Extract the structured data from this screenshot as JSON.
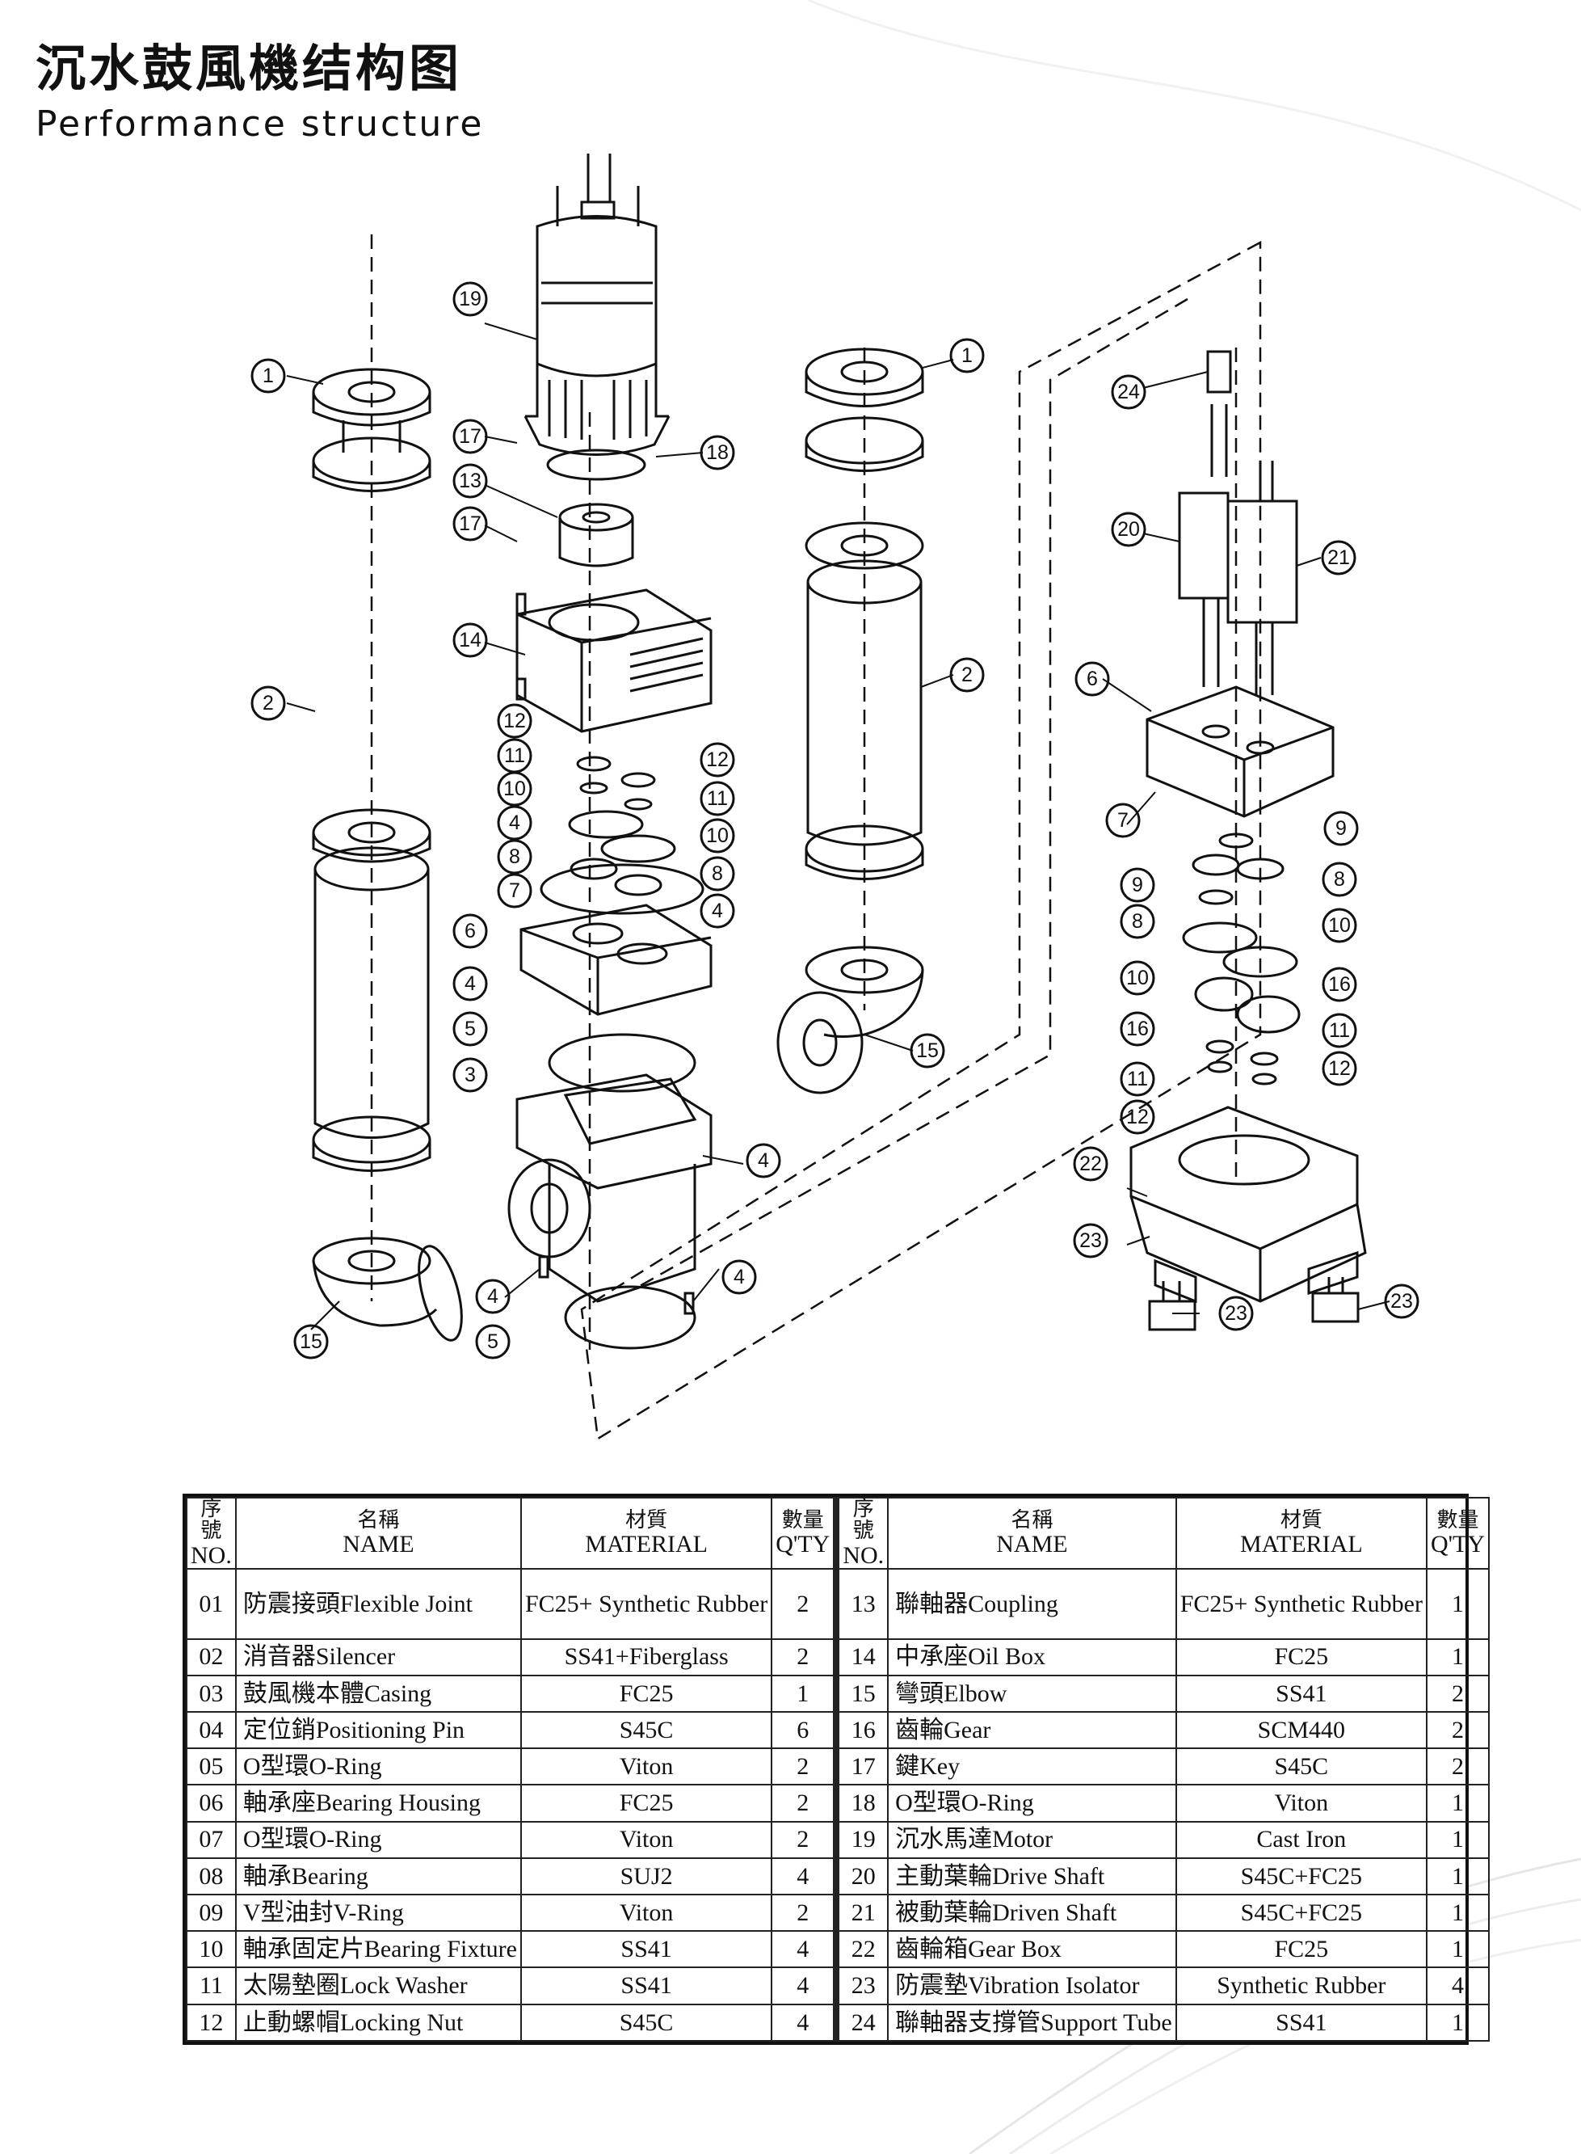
{
  "title": "沉水鼓風機结构图",
  "subtitle": "Performance structure",
  "diagram": {
    "callouts": [
      "1",
      "2",
      "3",
      "4",
      "5",
      "6",
      "7",
      "8",
      "9",
      "10",
      "11",
      "12",
      "13",
      "14",
      "15",
      "16",
      "17",
      "18",
      "19",
      "20",
      "21",
      "22",
      "23",
      "24"
    ]
  },
  "parts_table": {
    "headers": {
      "no_zh": "序號",
      "no_en": "NO.",
      "name_zh": "名稱",
      "name_en": "NAME",
      "material_zh": "材質",
      "material_en": "MATERIAL",
      "qty_zh": "數量",
      "qty_en": "Q'TY"
    },
    "left_rows": [
      {
        "no": "01",
        "name": "防震接頭Flexible Joint",
        "material": "FC25+ Synthetic Rubber",
        "qty": "2"
      },
      {
        "no": "02",
        "name": "消音器Silencer",
        "material": "SS41+Fiberglass",
        "qty": "2"
      },
      {
        "no": "03",
        "name": "鼓風機本體Casing",
        "material": "FC25",
        "qty": "1"
      },
      {
        "no": "04",
        "name": "定位銷Positioning Pin",
        "material": "S45C",
        "qty": "6"
      },
      {
        "no": "05",
        "name": "O型環O-Ring",
        "material": "Viton",
        "qty": "2"
      },
      {
        "no": "06",
        "name": "軸承座Bearing Housing",
        "material": "FC25",
        "qty": "2"
      },
      {
        "no": "07",
        "name": "O型環O-Ring",
        "material": "Viton",
        "qty": "2"
      },
      {
        "no": "08",
        "name": "軸承Bearing",
        "material": "SUJ2",
        "qty": "4"
      },
      {
        "no": "09",
        "name": "V型油封V-Ring",
        "material": "Viton",
        "qty": "2"
      },
      {
        "no": "10",
        "name": "軸承固定片Bearing Fixture",
        "material": "SS41",
        "qty": "4"
      },
      {
        "no": "11",
        "name": "太陽墊圈Lock Washer",
        "material": "SS41",
        "qty": "4"
      },
      {
        "no": "12",
        "name": "止動螺帽Locking Nut",
        "material": "S45C",
        "qty": "4"
      }
    ],
    "right_rows": [
      {
        "no": "13",
        "name": "聯軸器Coupling",
        "material": "FC25+ Synthetic Rubber",
        "qty": "1"
      },
      {
        "no": "14",
        "name": "中承座Oil Box",
        "material": "FC25",
        "qty": "1"
      },
      {
        "no": "15",
        "name": "彎頭Elbow",
        "material": "SS41",
        "qty": "2"
      },
      {
        "no": "16",
        "name": "齒輪Gear",
        "material": "SCM440",
        "qty": "2"
      },
      {
        "no": "17",
        "name": "鍵Key",
        "material": "S45C",
        "qty": "2"
      },
      {
        "no": "18",
        "name": "O型環O-Ring",
        "material": "Viton",
        "qty": "1"
      },
      {
        "no": "19",
        "name": "沉水馬達Motor",
        "material": "Cast Iron",
        "qty": "1"
      },
      {
        "no": "20",
        "name": "主動葉輪Drive Shaft",
        "material": "S45C+FC25",
        "qty": "1"
      },
      {
        "no": "21",
        "name": "被動葉輪Driven Shaft",
        "material": "S45C+FC25",
        "qty": "1"
      },
      {
        "no": "22",
        "name": "齒輪箱Gear Box",
        "material": "FC25",
        "qty": "1"
      },
      {
        "no": "23",
        "name": "防震墊Vibration Isolator",
        "material": "Synthetic Rubber",
        "qty": "4"
      },
      {
        "no": "24",
        "name": "聯軸器支撐管Support Tube",
        "material": "SS41",
        "qty": "1"
      }
    ]
  }
}
